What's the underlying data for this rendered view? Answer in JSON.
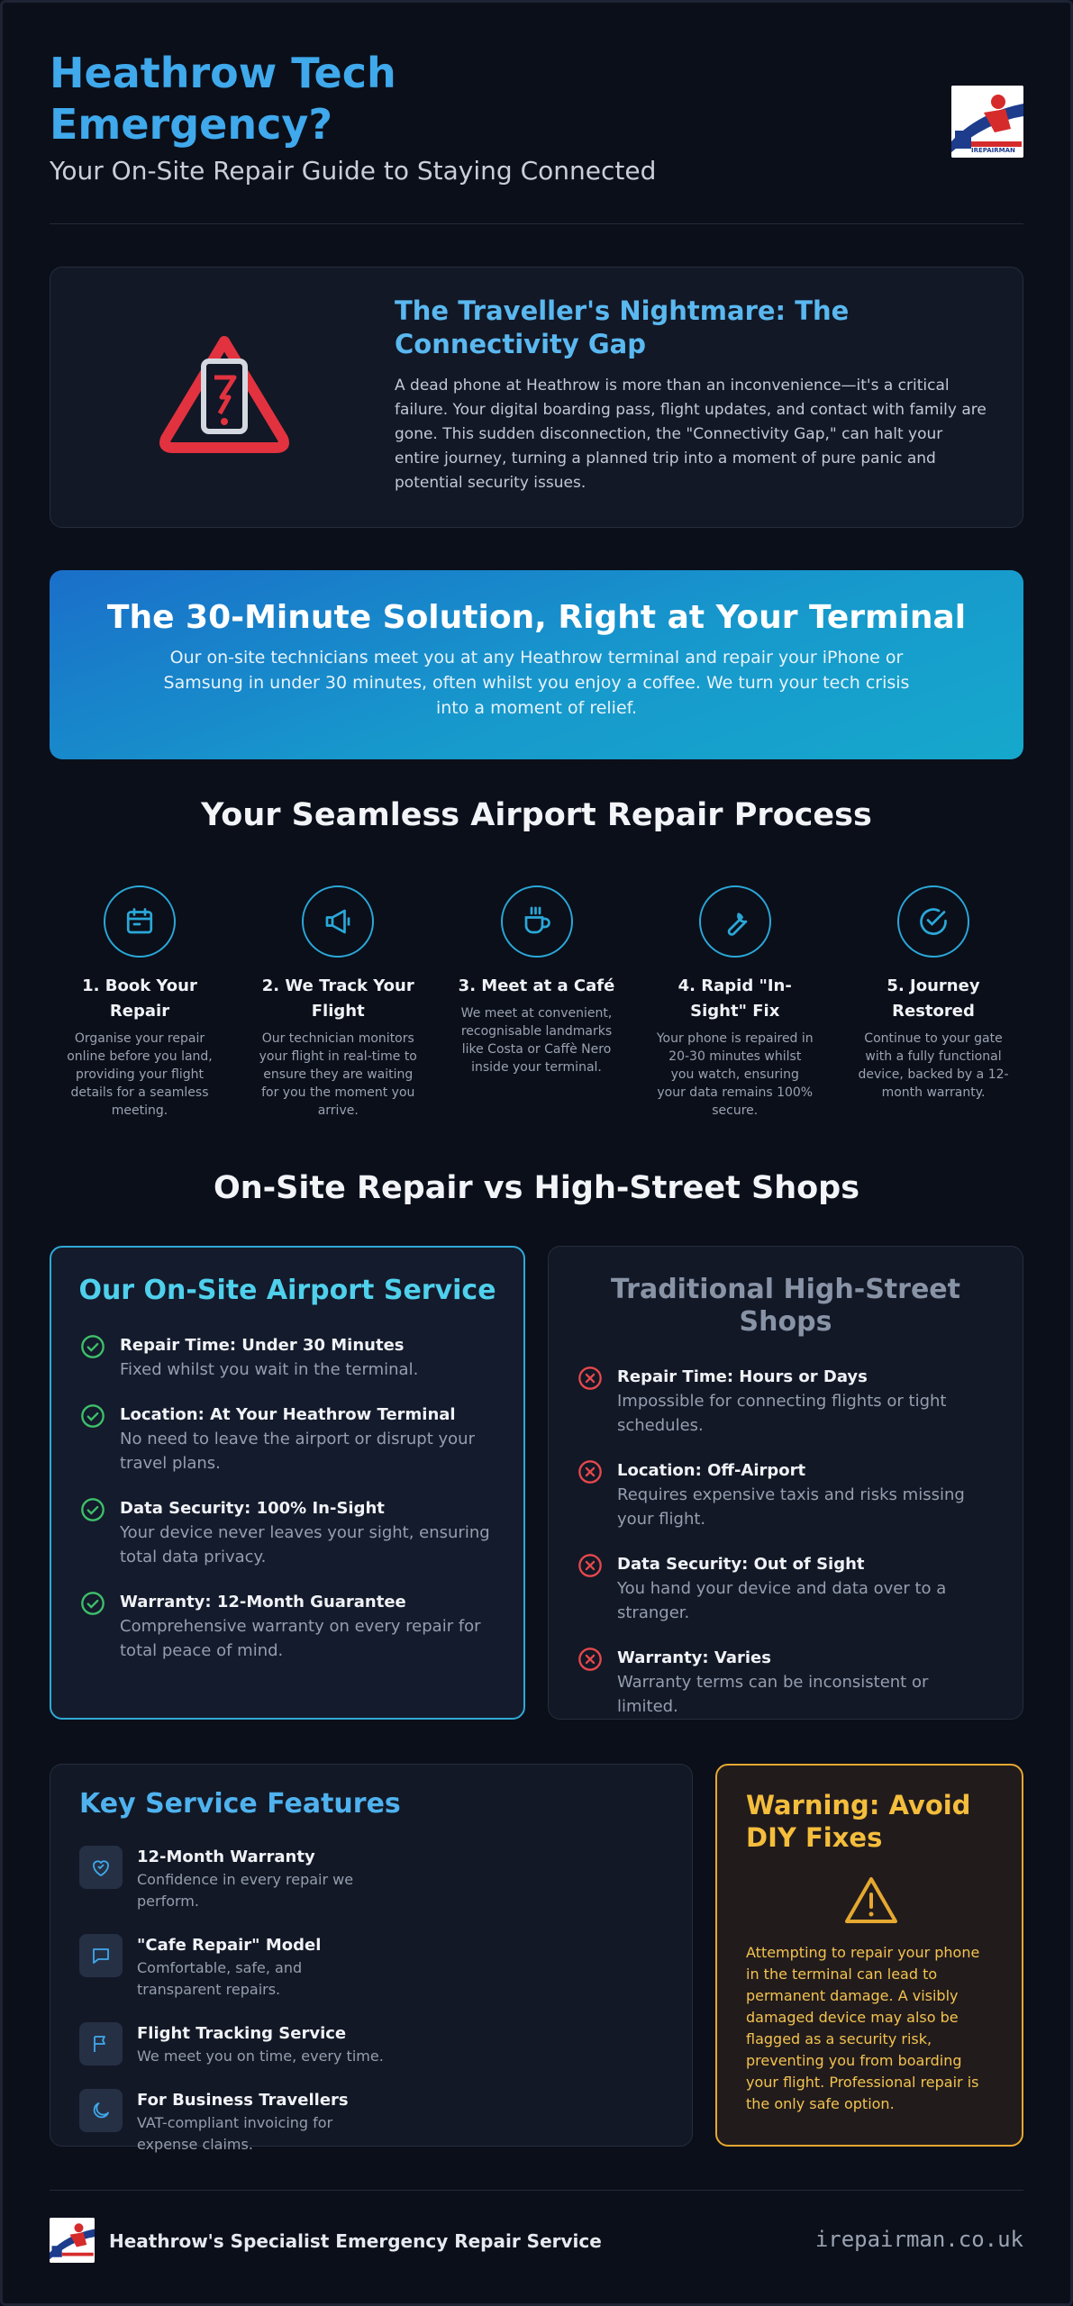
{
  "header": {
    "title": "Heathrow Tech Emergency?",
    "subtitle": "Your On-Site Repair Guide to Staying Connected",
    "logo_text": "IREPAIRMAN"
  },
  "nightmare": {
    "title": "The Traveller's Nightmare: The Connectivity Gap",
    "body": "A dead phone at Heathrow is more than an inconvenience—it's a critical failure. Your digital boarding pass, flight updates, and contact with family are gone. This sudden disconnection, the \"Connectivity Gap,\" can halt your entire journey, turning a planned trip into a moment of pure panic and potential security issues.",
    "icon": "phone-warning-icon"
  },
  "solution": {
    "title": "The 30-Minute Solution, Right at Your Terminal",
    "body": "Our on-site technicians meet you at any Heathrow terminal and repair your iPhone or Samsung in under 30 minutes, often whilst you enjoy a coffee. We turn your tech crisis into a moment of relief."
  },
  "process": {
    "title": "Your Seamless Airport Repair Process",
    "steps": [
      {
        "title": "1. Book Your Repair",
        "body": "Organise your repair online before you land, providing your flight details for a seamless meeting.",
        "icon": "calendar-icon"
      },
      {
        "title": "2. We Track Your Flight",
        "body": "Our technician monitors your flight in real-time to ensure they are waiting for you the moment you arrive.",
        "icon": "megaphone-icon"
      },
      {
        "title": "3. Meet at a Café",
        "body": "We meet at convenient, recognisable landmarks like Costa or Caffè Nero inside your terminal.",
        "icon": "coffee-icon"
      },
      {
        "title": "4. Rapid \"In-Sight\" Fix",
        "body": "Your phone is repaired in 20-30 minutes whilst you watch, ensuring your data remains 100% secure.",
        "icon": "wrench-icon"
      },
      {
        "title": "5. Journey Restored",
        "body": "Continue to your gate with a fully functional device, backed by a 12-month warranty.",
        "icon": "check-circle-icon"
      }
    ]
  },
  "comparison": {
    "title": "On-Site Repair vs High-Street Shops",
    "ours": {
      "title": "Our On-Site Airport Service",
      "items": [
        {
          "head": "Repair Time: Under 30 Minutes",
          "desc": "Fixed whilst you wait in the terminal."
        },
        {
          "head": "Location: At Your Heathrow Terminal",
          "desc": "No need to leave the airport or disrupt your travel plans."
        },
        {
          "head": "Data Security: 100% In-Sight",
          "desc": "Your device never leaves your sight, ensuring total data privacy."
        },
        {
          "head": "Warranty: 12-Month Guarantee",
          "desc": "Comprehensive warranty on every repair for total peace of mind."
        }
      ]
    },
    "theirs": {
      "title": "Traditional High-Street Shops",
      "items": [
        {
          "head": "Repair Time: Hours or Days",
          "desc": "Impossible for connecting flights or tight schedules."
        },
        {
          "head": "Location: Off-Airport",
          "desc": "Requires expensive taxis and risks missing your flight."
        },
        {
          "head": "Data Security: Out of Sight",
          "desc": "You hand your device and data over to a stranger."
        },
        {
          "head": "Warranty: Varies",
          "desc": "Warranty terms can be inconsistent or limited."
        }
      ]
    }
  },
  "features": {
    "title": "Key Service Features",
    "items": [
      {
        "head": "12-Month Warranty",
        "desc": "Confidence in every repair we perform.",
        "icon": "shield-heart-icon"
      },
      {
        "head": "\"Cafe Repair\" Model",
        "desc": "Comfortable, safe, and transparent repairs.",
        "icon": "chat-icon"
      },
      {
        "head": "Flight Tracking Service",
        "desc": "We meet you on time, every time.",
        "icon": "flag-icon"
      },
      {
        "head": "For Business Travellers",
        "desc": "VAT-compliant invoicing for expense claims.",
        "icon": "moon-icon"
      }
    ]
  },
  "warning": {
    "title": "Warning: Avoid DIY Fixes",
    "body": "Attempting to repair your phone in the terminal can lead to permanent damage. A visibly damaged device may also be flagged as a security risk, preventing you from boarding your flight. Professional repair is the only safe option."
  },
  "footer": {
    "tagline": "Heathrow's Specialist Emergency Repair Service",
    "url": "irepairman.co.uk"
  },
  "colors": {
    "background": "#0b0f1a",
    "accent_blue": "#3fa9ec",
    "accent_cyan": "#4fd0ec",
    "check_green": "#3ec06a",
    "cross_red": "#e5484d",
    "warning_amber": "#f4bd3c"
  }
}
